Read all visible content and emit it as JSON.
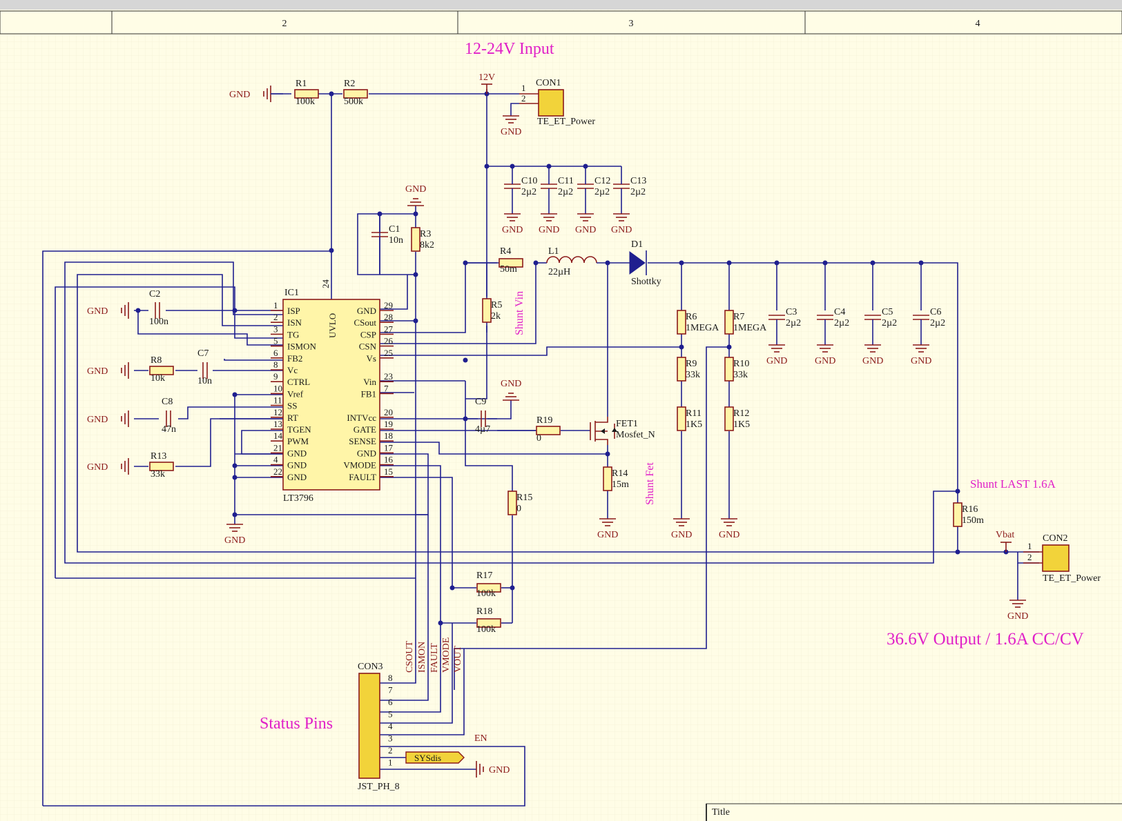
{
  "border": {
    "columns": [
      "2",
      "3",
      "4"
    ],
    "title_label": "Title"
  },
  "notes": {
    "input": "12-24V Input",
    "output": "36.6V Output / 1.6A CC/CV",
    "status": "Status Pins",
    "shunt_vin": "Shunt Vin",
    "shunt_fet": "Shunt Fet",
    "shunt_last": "Shunt LAST 1.6A"
  },
  "power": {
    "gnd": "GND",
    "v12": "12V",
    "vbat": "Vbat",
    "en": "EN",
    "sysdis": "SYSdis"
  },
  "ic": {
    "ref": "IC1",
    "part": "LT3796",
    "uvlo": "UVLO",
    "pin24": "24",
    "left_pins": [
      {
        "n": "1",
        "name": "ISP"
      },
      {
        "n": "2",
        "name": "ISN"
      },
      {
        "n": "3",
        "name": "TG"
      },
      {
        "n": "5",
        "name": "ISMON"
      },
      {
        "n": "6",
        "name": "FB2"
      },
      {
        "n": "8",
        "name": "Vc"
      },
      {
        "n": "9",
        "name": "CTRL"
      },
      {
        "n": "10",
        "name": "Vref"
      },
      {
        "n": "11",
        "name": "SS"
      },
      {
        "n": "12",
        "name": "RT"
      },
      {
        "n": "13",
        "name": "TGEN"
      },
      {
        "n": "14",
        "name": "PWM"
      },
      {
        "n": "21",
        "name": "GND"
      },
      {
        "n": "4",
        "name": "GND"
      },
      {
        "n": "22",
        "name": "GND"
      }
    ],
    "right_pins": [
      {
        "n": "29",
        "name": "GND"
      },
      {
        "n": "28",
        "name": "CSout"
      },
      {
        "n": "27",
        "name": "CSP"
      },
      {
        "n": "26",
        "name": "CSN"
      },
      {
        "n": "25",
        "name": "Vs"
      },
      {
        "n": "",
        "name": ""
      },
      {
        "n": "23",
        "name": "Vin"
      },
      {
        "n": "7",
        "name": "FB1"
      },
      {
        "n": "",
        "name": ""
      },
      {
        "n": "20",
        "name": "INTVcc"
      },
      {
        "n": "19",
        "name": "GATE"
      },
      {
        "n": "18",
        "name": "SENSE"
      },
      {
        "n": "17",
        "name": "GND"
      },
      {
        "n": "16",
        "name": "VMODE"
      },
      {
        "n": "15",
        "name": "FAULT"
      }
    ]
  },
  "components": {
    "R1": {
      "ref": "R1",
      "val": "100k"
    },
    "R2": {
      "ref": "R2",
      "val": "500k"
    },
    "R3": {
      "ref": "R3",
      "val": "8k2"
    },
    "R4": {
      "ref": "R4",
      "val": "50m"
    },
    "R5": {
      "ref": "R5",
      "val": "2k"
    },
    "R6": {
      "ref": "R6",
      "val": "1MEGA"
    },
    "R7": {
      "ref": "R7",
      "val": "1MEGA"
    },
    "R8": {
      "ref": "R8",
      "val": "10k"
    },
    "R9": {
      "ref": "R9",
      "val": "33k"
    },
    "R10": {
      "ref": "R10",
      "val": "33k"
    },
    "R11": {
      "ref": "R11",
      "val": "1K5"
    },
    "R12": {
      "ref": "R12",
      "val": "1K5"
    },
    "R13": {
      "ref": "R13",
      "val": "33k"
    },
    "R14": {
      "ref": "R14",
      "val": "15m"
    },
    "R15": {
      "ref": "R15",
      "val": "0"
    },
    "R16": {
      "ref": "R16",
      "val": "150m"
    },
    "R17": {
      "ref": "R17",
      "val": "100k"
    },
    "R18": {
      "ref": "R18",
      "val": "100k"
    },
    "R19": {
      "ref": "R19",
      "val": "0"
    },
    "C1": {
      "ref": "C1",
      "val": "10n"
    },
    "C2": {
      "ref": "C2",
      "val": "100n"
    },
    "C3": {
      "ref": "C3",
      "val": "2µ2"
    },
    "C4": {
      "ref": "C4",
      "val": "2µ2"
    },
    "C5": {
      "ref": "C5",
      "val": "2µ2"
    },
    "C6": {
      "ref": "C6",
      "val": "2µ2"
    },
    "C7": {
      "ref": "C7",
      "val": "10n"
    },
    "C8": {
      "ref": "C8",
      "val": "47n"
    },
    "C9": {
      "ref": "C9",
      "val": "4µ7"
    },
    "C10": {
      "ref": "C10",
      "val": "2µ2"
    },
    "C11": {
      "ref": "C11",
      "val": "2µ2"
    },
    "C12": {
      "ref": "C12",
      "val": "2µ2"
    },
    "C13": {
      "ref": "C13",
      "val": "2µ2"
    },
    "L1": {
      "ref": "L1",
      "val": "22µH"
    },
    "D1": {
      "ref": "D1",
      "val": "Shottky"
    },
    "FET1": {
      "ref": "FET1",
      "val": "Mosfet_N"
    },
    "CON1": {
      "ref": "CON1",
      "val": "TE_ET_Power"
    },
    "CON2": {
      "ref": "CON2",
      "val": "TE_ET_Power"
    },
    "CON3": {
      "ref": "CON3",
      "val": "JST_PH_8"
    }
  },
  "con3_pins": [
    "8",
    "7",
    "6",
    "5",
    "4",
    "3",
    "2",
    "1"
  ],
  "con_pins": [
    "1",
    "2"
  ],
  "status_nets": [
    "CSOUT",
    "ISMON",
    "FAULT",
    "VMODE",
    "VOUT"
  ]
}
